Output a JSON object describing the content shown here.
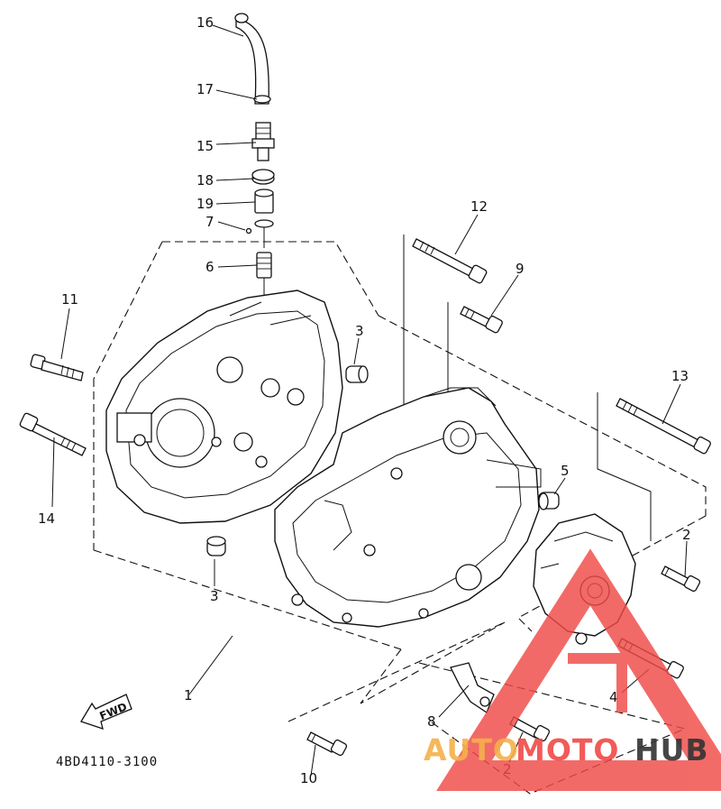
{
  "diagram": {
    "part_code": "4BD4110-3100",
    "fwd_label": "FWD",
    "callouts": {
      "c16": "16",
      "c17": "17",
      "c15": "15",
      "c18": "18",
      "c19": "19",
      "c7": "7",
      "c6": "6",
      "c11": "11",
      "c14": "14",
      "c3a": "3",
      "c3b": "3",
      "c12": "12",
      "c9": "9",
      "c13": "13",
      "c5": "5",
      "c2a": "2",
      "c2b": "2",
      "c4": "4",
      "c8": "8",
      "c10": "10",
      "c1": "1"
    }
  },
  "watermark": {
    "word_1": "AUTO",
    "word_2": "MOTO",
    "word_3": "HUB",
    "colors": {
      "accent": "#f04a46",
      "secondary": "#f5b14a",
      "dark": "#333333"
    }
  }
}
